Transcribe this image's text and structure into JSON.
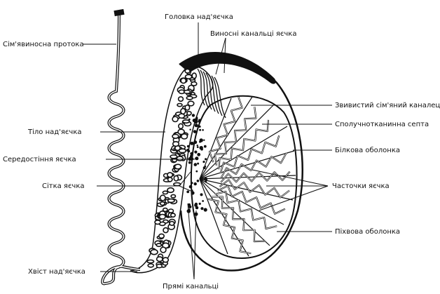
{
  "labels": {
    "vas_deferens": "Сім'явиносна протока",
    "head_epididymis": "Головка над'яєчка",
    "efferent_ductules": "Виносні канальці яєчка",
    "convoluted_tubule": "Звивистий сім'яний каналець",
    "septum": "Сполучнотканинна септа",
    "tunica_albuginea": "Білкова оболонка",
    "body_epididymis": "Тіло над'яєчка",
    "mediastinum": "Середостіння яєчка",
    "rete_testis": "Сітка яєчка",
    "lobules": "Часточки яєчка",
    "tunica_vaginalis": "Піхвова оболонка",
    "tail_epididymis": "Хвіст над'яєчка",
    "straight_tubules": "Прямі канальці"
  }
}
